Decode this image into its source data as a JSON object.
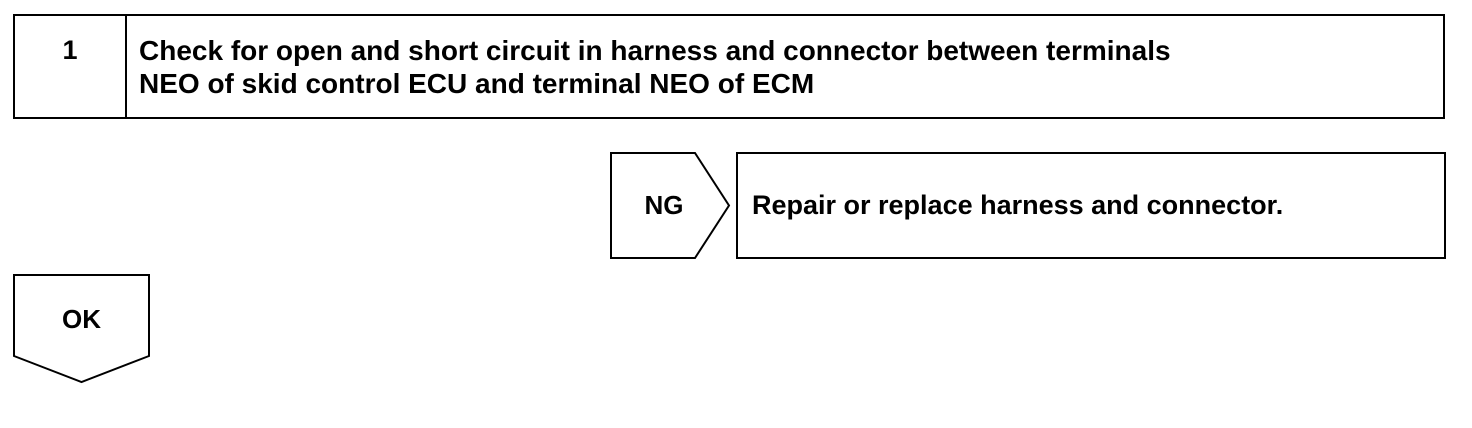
{
  "step": {
    "number": "1",
    "title_line1": "Check for open and short circuit in harness and connector between terminals",
    "title_line2": "NEO of skid control ECU and terminal NEO of ECM"
  },
  "ng_branch": {
    "label": "NG",
    "action": "Repair or replace harness and connector."
  },
  "ok_branch": {
    "label": "OK"
  }
}
